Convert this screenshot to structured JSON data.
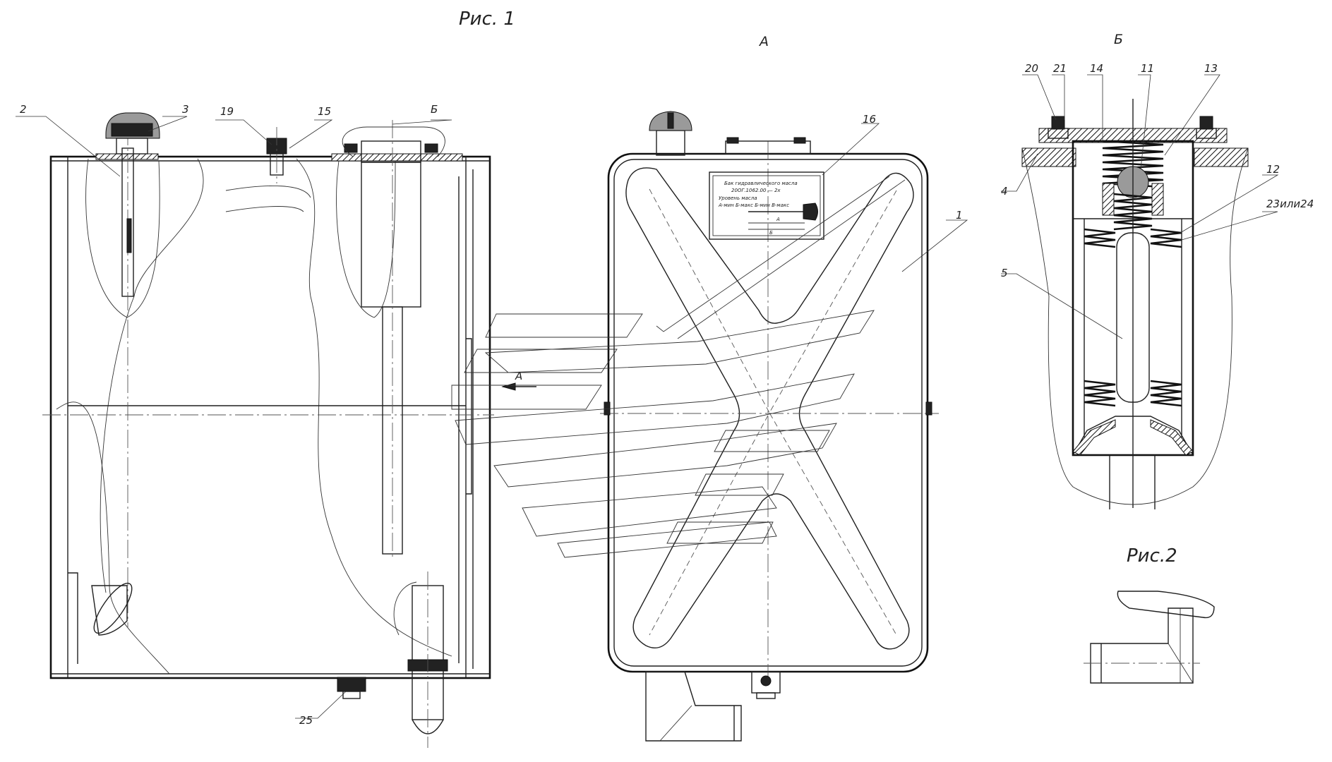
{
  "figures": {
    "fig1_title": "Рис. 1",
    "fig2_title": "Рис.2",
    "view_a_title": "А",
    "view_b_title": "Б",
    "section_arrow": "А"
  },
  "callouts": {
    "c1": "1",
    "c2": "2",
    "c3": "3",
    "c4": "4",
    "c5": "5",
    "c11": "11",
    "c12": "12",
    "c13": "13",
    "c14": "14",
    "c15": "15",
    "c16": "16",
    "c19": "19",
    "c20": "20",
    "c21": "21",
    "c23": "23или24",
    "c25": "25",
    "c_b_side": "Б"
  },
  "plate": {
    "line1": "Бак гидравлического масла",
    "line2": "20ОГ.1062.00 — 2х",
    "line3": "Уровень масла",
    "line4": "А-мин  Б-макс  Б-мин  В-макс",
    "mark_a": "А",
    "mark_b": "Б"
  },
  "colors": {
    "line": "#1f1f1f",
    "background": "#ffffff"
  }
}
